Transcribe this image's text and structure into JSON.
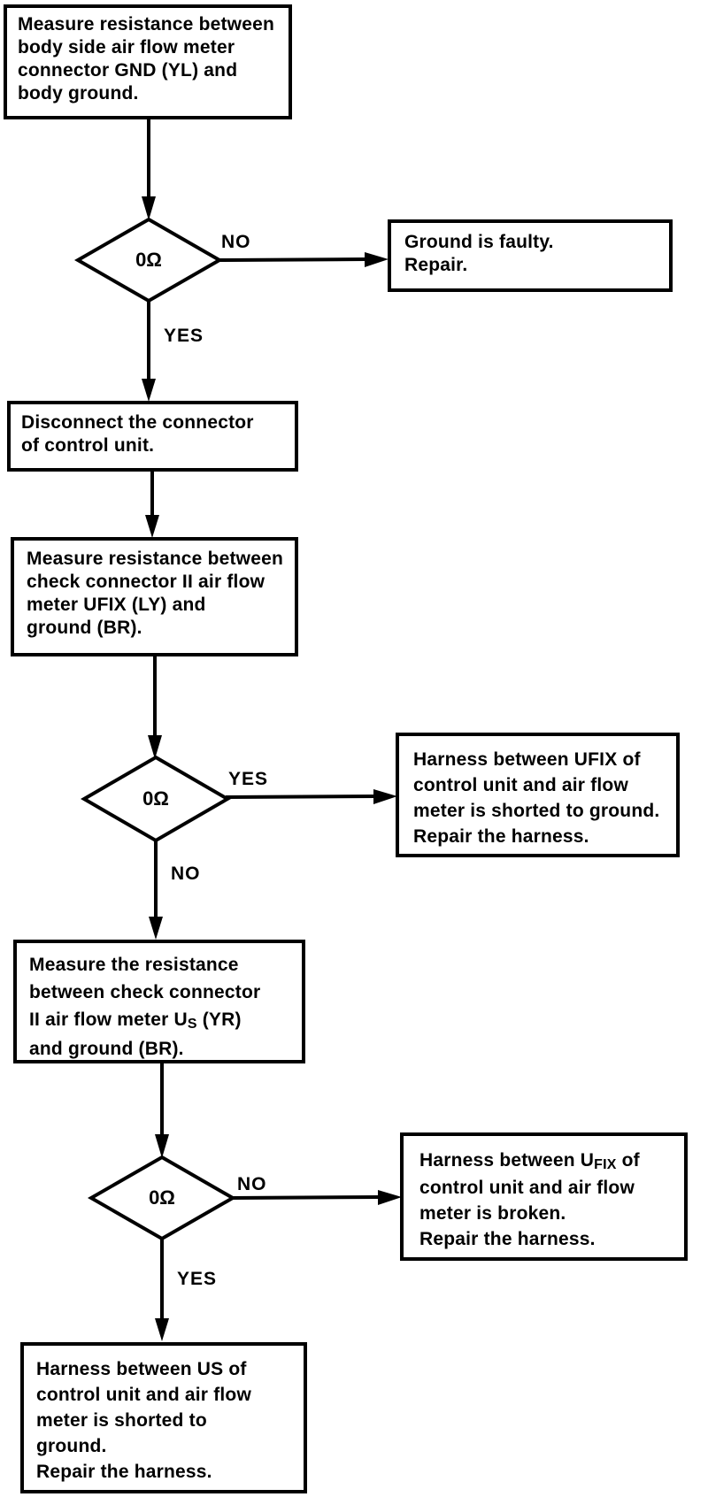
{
  "page": {
    "background": "#ffffff",
    "ink": "#000000"
  },
  "flowchart": {
    "boxes": {
      "box1": {
        "l1": "Measure resistance between",
        "l2": "body side air flow meter",
        "l3": "connector GND (YL) and",
        "l4": "body ground."
      },
      "rbox1": {
        "l1": "Ground is faulty.",
        "l2": "Repair."
      },
      "box2": {
        "l1": "Disconnect the connector",
        "l2": "of control unit."
      },
      "box3": {
        "l1": "Measure resistance between",
        "l2": "check connector II air flow",
        "l3": "meter UFIX (LY) and",
        "l4": "ground (BR)."
      },
      "rbox2": {
        "l1": "Harness between UFIX of",
        "l2": "control unit and air flow",
        "l3": "meter is shorted to ground.",
        "l4": "Repair the harness."
      },
      "box4": {
        "l1": "Measure the resistance",
        "l2": "between check connector",
        "l3": {
          "pre": "II air flow meter U",
          "sub": "S",
          "post": " (YR)"
        },
        "l4": "and ground (BR)."
      },
      "rbox3": {
        "l1": {
          "pre": "Harness between U",
          "sub": "FIX",
          "post": " of"
        },
        "l2": "control unit and air flow",
        "l3": "meter is broken.",
        "l4": "Repair the harness."
      },
      "box5": {
        "l1": "Harness between US of",
        "l2": "control unit and air flow",
        "l3": "meter is shorted to",
        "l4": "ground.",
        "l5": "Repair the harness."
      }
    },
    "diamonds": {
      "d1": {
        "value": "0Ω",
        "right": "NO",
        "down": "YES"
      },
      "d2": {
        "value": "0Ω",
        "right": "YES",
        "down": "NO"
      },
      "d3": {
        "value": "0Ω",
        "right": "NO",
        "down": "YES"
      }
    }
  }
}
